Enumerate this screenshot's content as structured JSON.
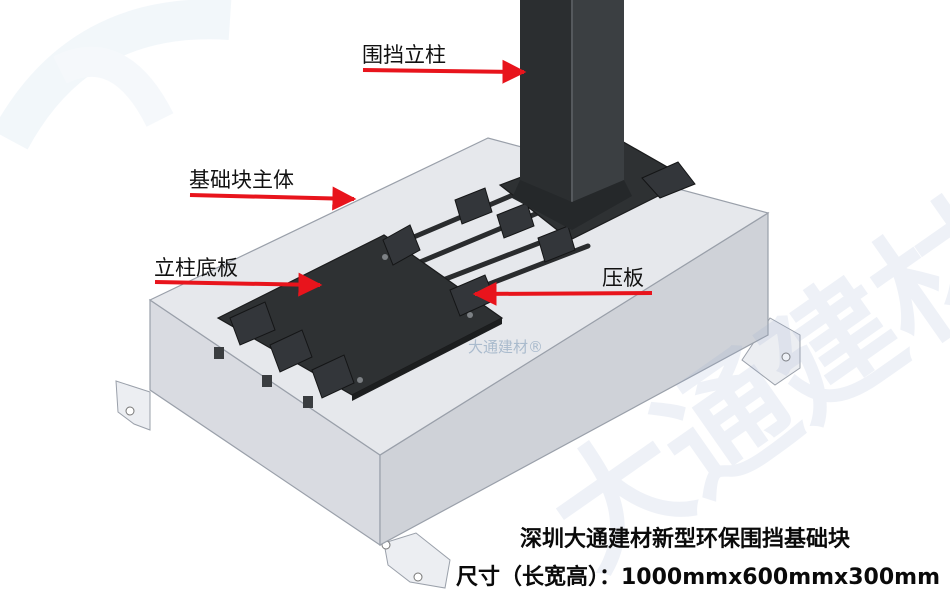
{
  "labels": {
    "post": "围挡立柱",
    "foundation_body": "基础块主体",
    "base_plate": "立柱底板",
    "clamp_plate": "压板"
  },
  "caption": {
    "line1": "深圳大通建材新型环保围挡基础块",
    "line2": "尺寸（长宽高）：1000mmx600mmx300mm"
  },
  "watermark": {
    "big_text": "大通建材",
    "small_text": "大通建材®"
  },
  "colors": {
    "arrow": "#e8141c",
    "steel": "#2b2e30",
    "concrete_top": "#e3e5ea",
    "concrete_side": "#d4d6dc"
  }
}
